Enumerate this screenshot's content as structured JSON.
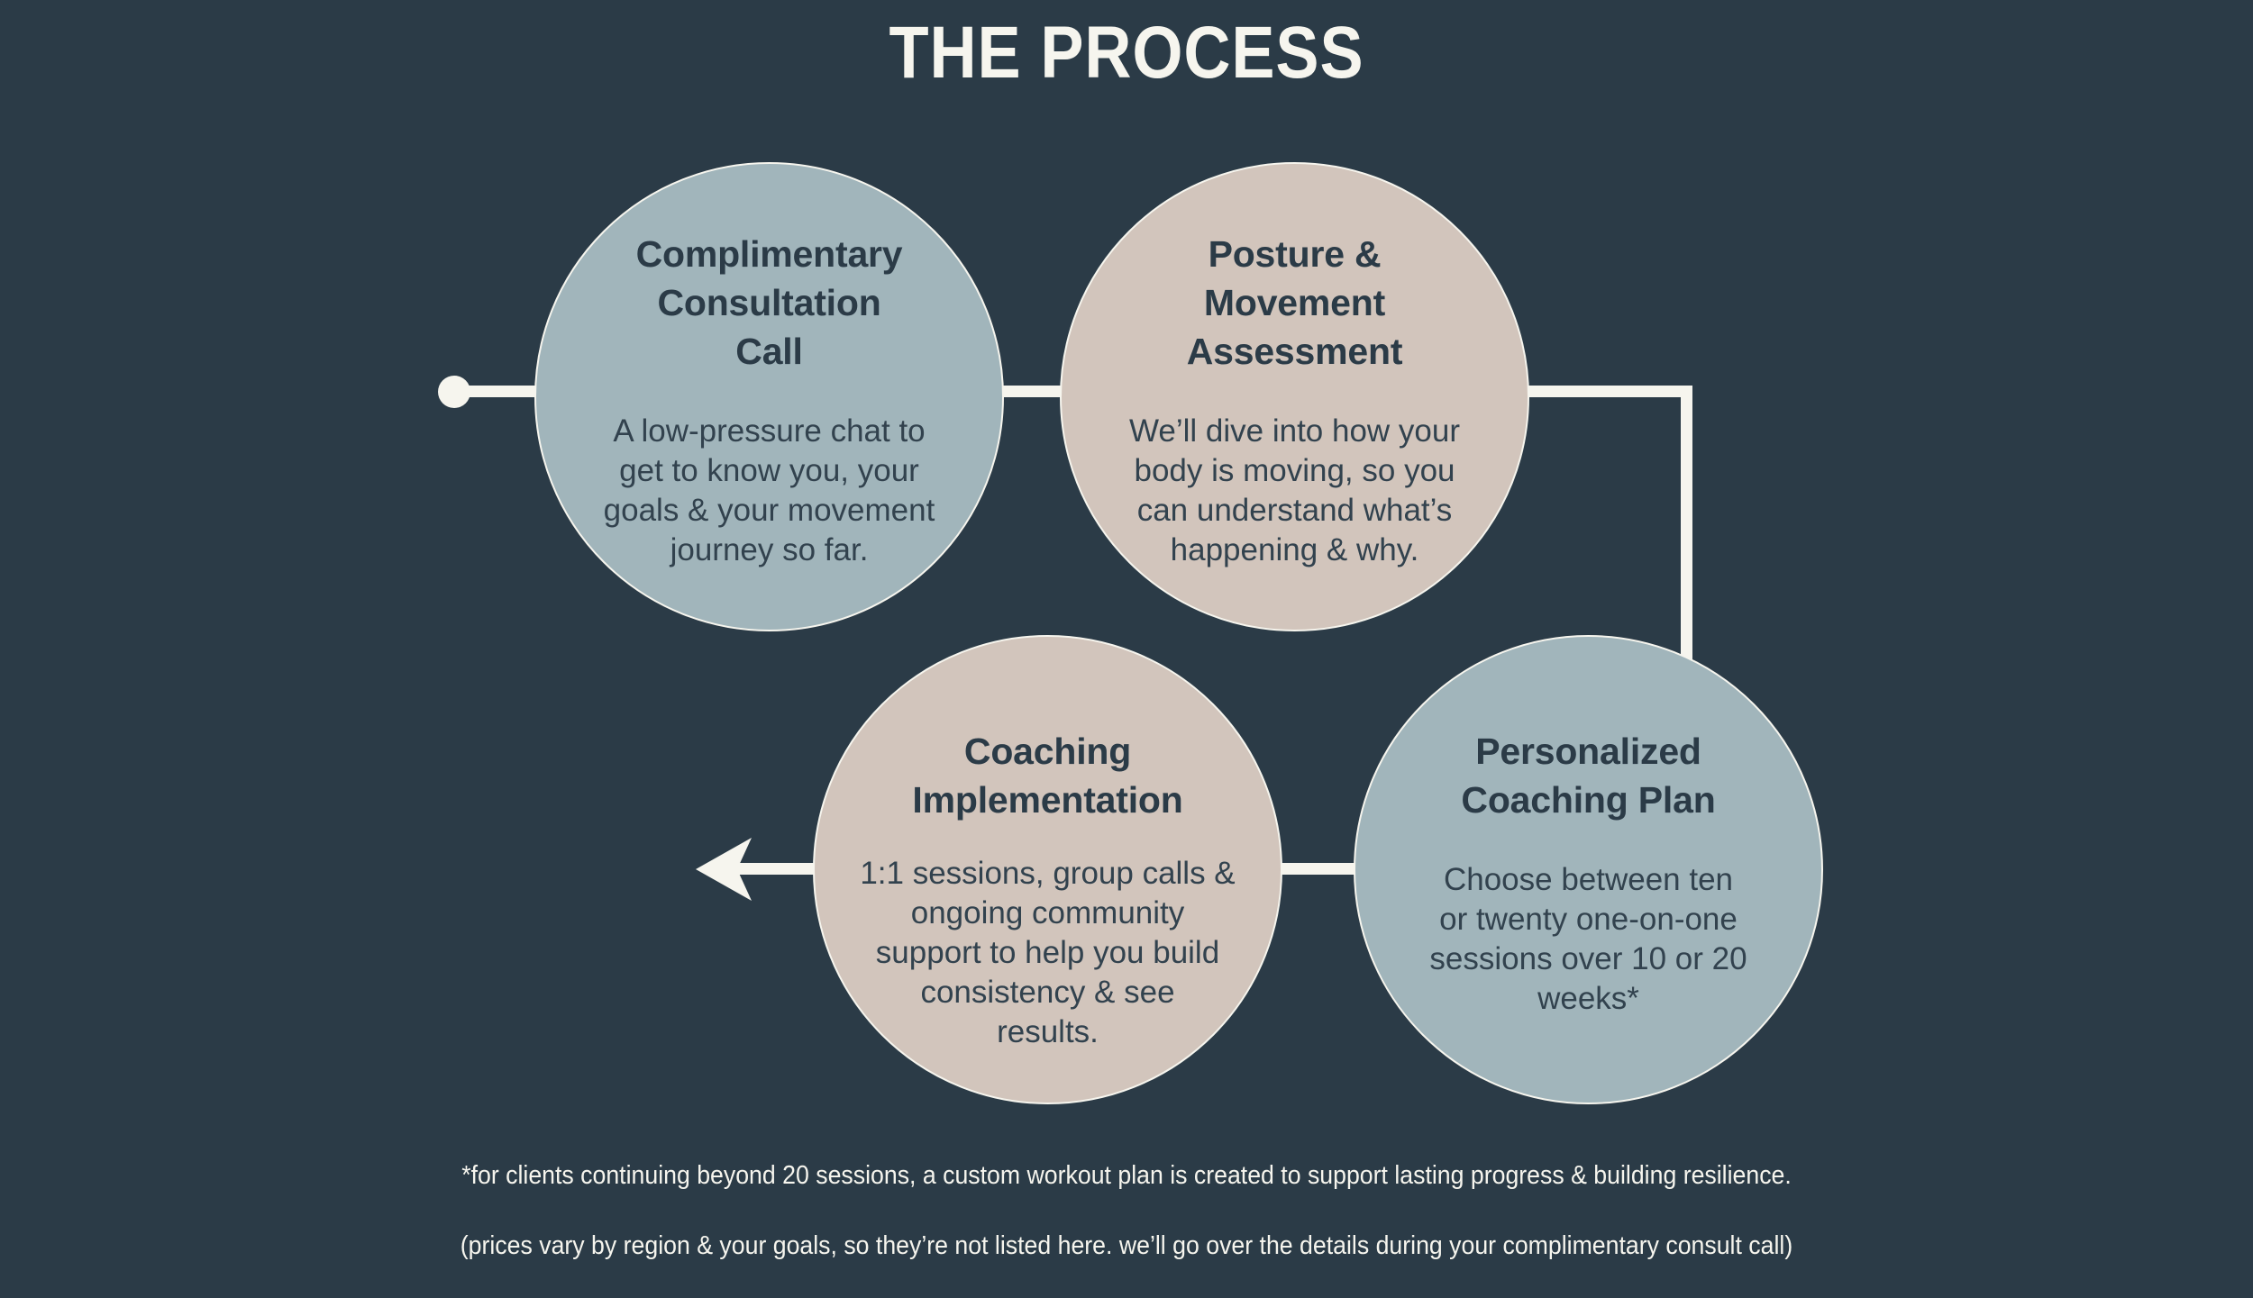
{
  "title": "THE PROCESS",
  "colors": {
    "background": "#2b3b47",
    "cream": "#f6f5ee",
    "blue_grey": "#a1b5bb",
    "beige": "#d2c5bc",
    "text_dark": "#2b3b47"
  },
  "nodes": [
    {
      "id": "consultation",
      "title": "Complimentary\nConsultation\nCall",
      "body": "A low-pressure chat to\nget to know you, your\ngoals & your movement\njourney so far.",
      "fill": "#a1b5bb"
    },
    {
      "id": "assessment",
      "title": "Posture &\nMovement\nAssessment",
      "body": "We’ll dive into how your\nbody is moving, so you\ncan understand what’s\nhappening & why.",
      "fill": "#d2c5bc"
    },
    {
      "id": "plan",
      "title": "Personalized\nCoaching Plan",
      "body": "Choose between ten\nor twenty one-on-one\nsessions over 10 or 20\nweeks*",
      "fill": "#a1b5bb"
    },
    {
      "id": "implementation",
      "title": "Coaching\nImplementation",
      "body": "1:1 sessions, group calls &\nongoing community\nsupport to help you build\nconsistency & see\nresults.",
      "fill": "#d2c5bc"
    }
  ],
  "footnotes": [
    "*for clients continuing beyond 20 sessions, a custom workout plan is created to support lasting progress & building resilience.",
    "(prices vary by region & your goals, so they’re not listed here. we’ll go over the details during your complimentary consult call)"
  ]
}
